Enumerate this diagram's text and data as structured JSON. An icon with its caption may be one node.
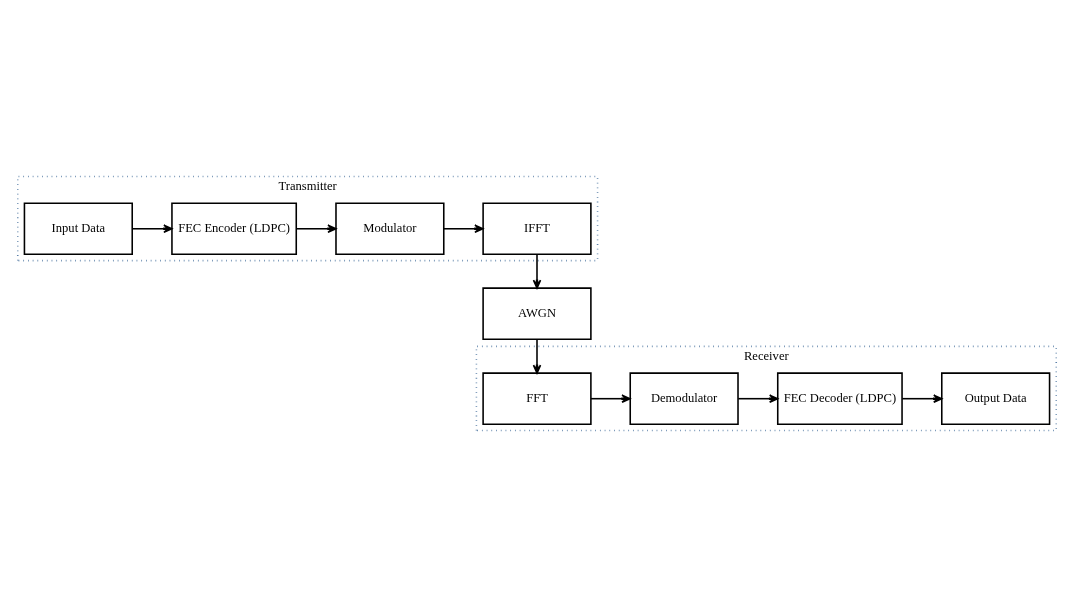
{
  "diagram": {
    "nodes": [
      {
        "text": [
          "Transmitter"
        ]
      },
      {
        "text": [
          "Input Data"
        ],
        "in": 0
      },
      {
        "text": [
          "FEC Encoder (LDPC)"
        ],
        "in": 0
      },
      {
        "text": [
          "Modulator"
        ],
        "in": 0
      },
      {
        "text": [
          "IFFT"
        ],
        "in": 0
      },
      {
        "text": [
          "AWGN"
        ]
      },
      {
        "text": [
          "Receiver"
        ]
      },
      {
        "text": [
          "Output Data"
        ],
        "in": 6
      },
      {
        "text": [
          "FEC Decoder (LDPC)"
        ],
        "in": 6
      },
      {
        "text": [
          "Demodulator"
        ],
        "in": 6
      },
      {
        "text": [
          "FFT"
        ],
        "in": 6
      }
    ],
    "edges": [
      {
        "from": 1,
        "to": 2,
        "arrow": "to"
      },
      {
        "from": 2,
        "to": 3,
        "arrow": "to"
      },
      {
        "from": 3,
        "to": 4,
        "arrow": "to"
      },
      {
        "from": 4,
        "to": 5,
        "arrow": "to"
      },
      {
        "from": 5,
        "to": 10,
        "arrow": "to"
      },
      {
        "from": 10,
        "to": 9,
        "arrow": "to"
      },
      {
        "from": 9,
        "to": 8,
        "arrow": "to"
      },
      {
        "from": 8,
        "to": 7,
        "arrow": "to"
      }
    ]
  }
}
